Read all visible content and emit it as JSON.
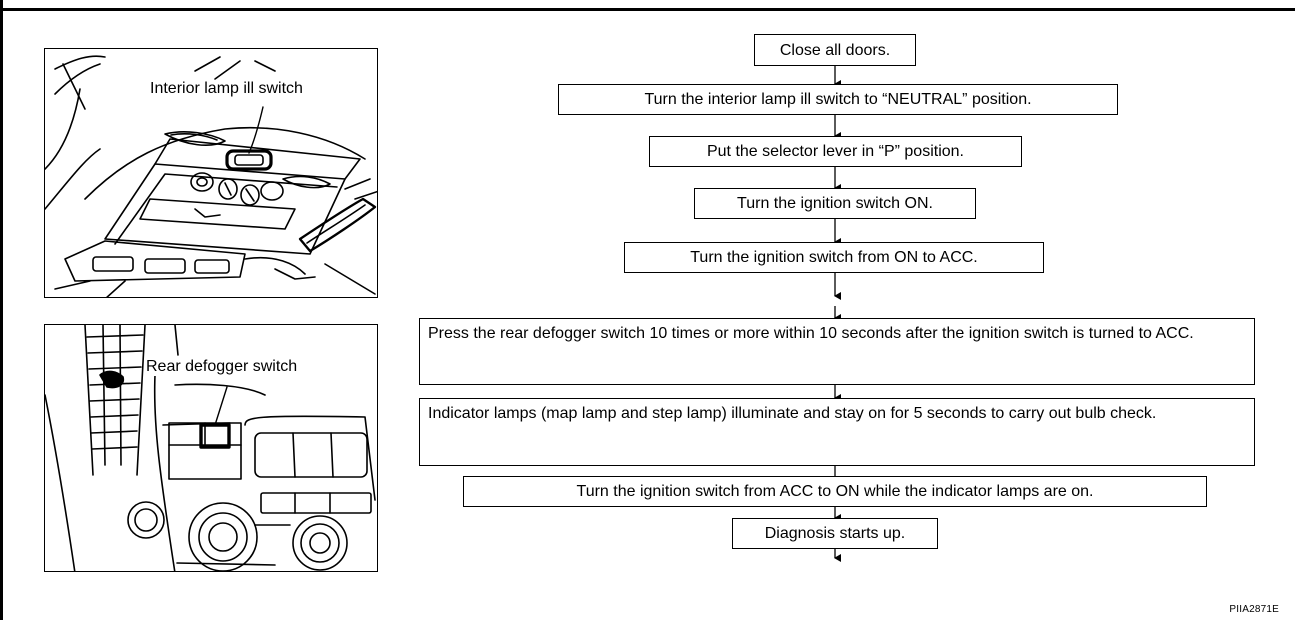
{
  "figures": {
    "interior_lamp_switch": {
      "label": "Interior lamp ill switch"
    },
    "rear_defogger_switch": {
      "label": "Rear defogger switch"
    }
  },
  "steps": [
    "Close all doors.",
    "Turn the interior lamp ill switch to “NEUTRAL” position.",
    "Put the selector lever in “P” position.",
    "Turn the ignition switch ON.",
    "Turn the ignition switch from ON to ACC.",
    "Press the rear defogger switch 10 times or more within 10 seconds after the ignition switch is turned to ACC.",
    "Indicator lamps (map lamp and step lamp) illuminate and stay on for 5 seconds to carry out bulb check.",
    "Turn the ignition switch from ACC to ON while the indicator lamps are on.",
    "Diagnosis starts up."
  ],
  "figure_code": "PIIA2871E"
}
